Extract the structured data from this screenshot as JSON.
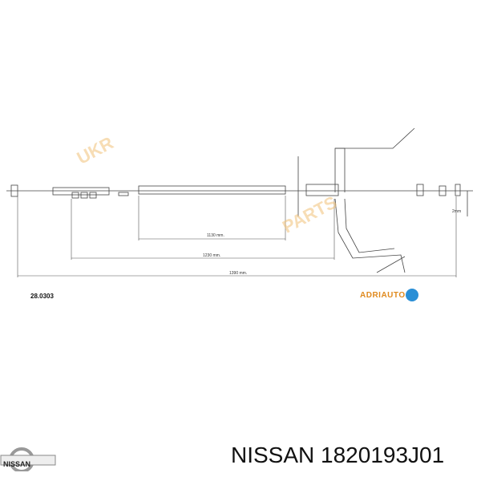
{
  "drawing": {
    "part_code": "28.0303",
    "dimensions": [
      "1130 mm.",
      "1230 mm.",
      "1390 mm.",
      "2mm"
    ]
  },
  "brand_logo": "ADRIAUTO",
  "watermark": [
    "UKR",
    "PARTS"
  ],
  "product": {
    "logo": "NISSAN",
    "title": "NISSAN 1820193J01"
  }
}
